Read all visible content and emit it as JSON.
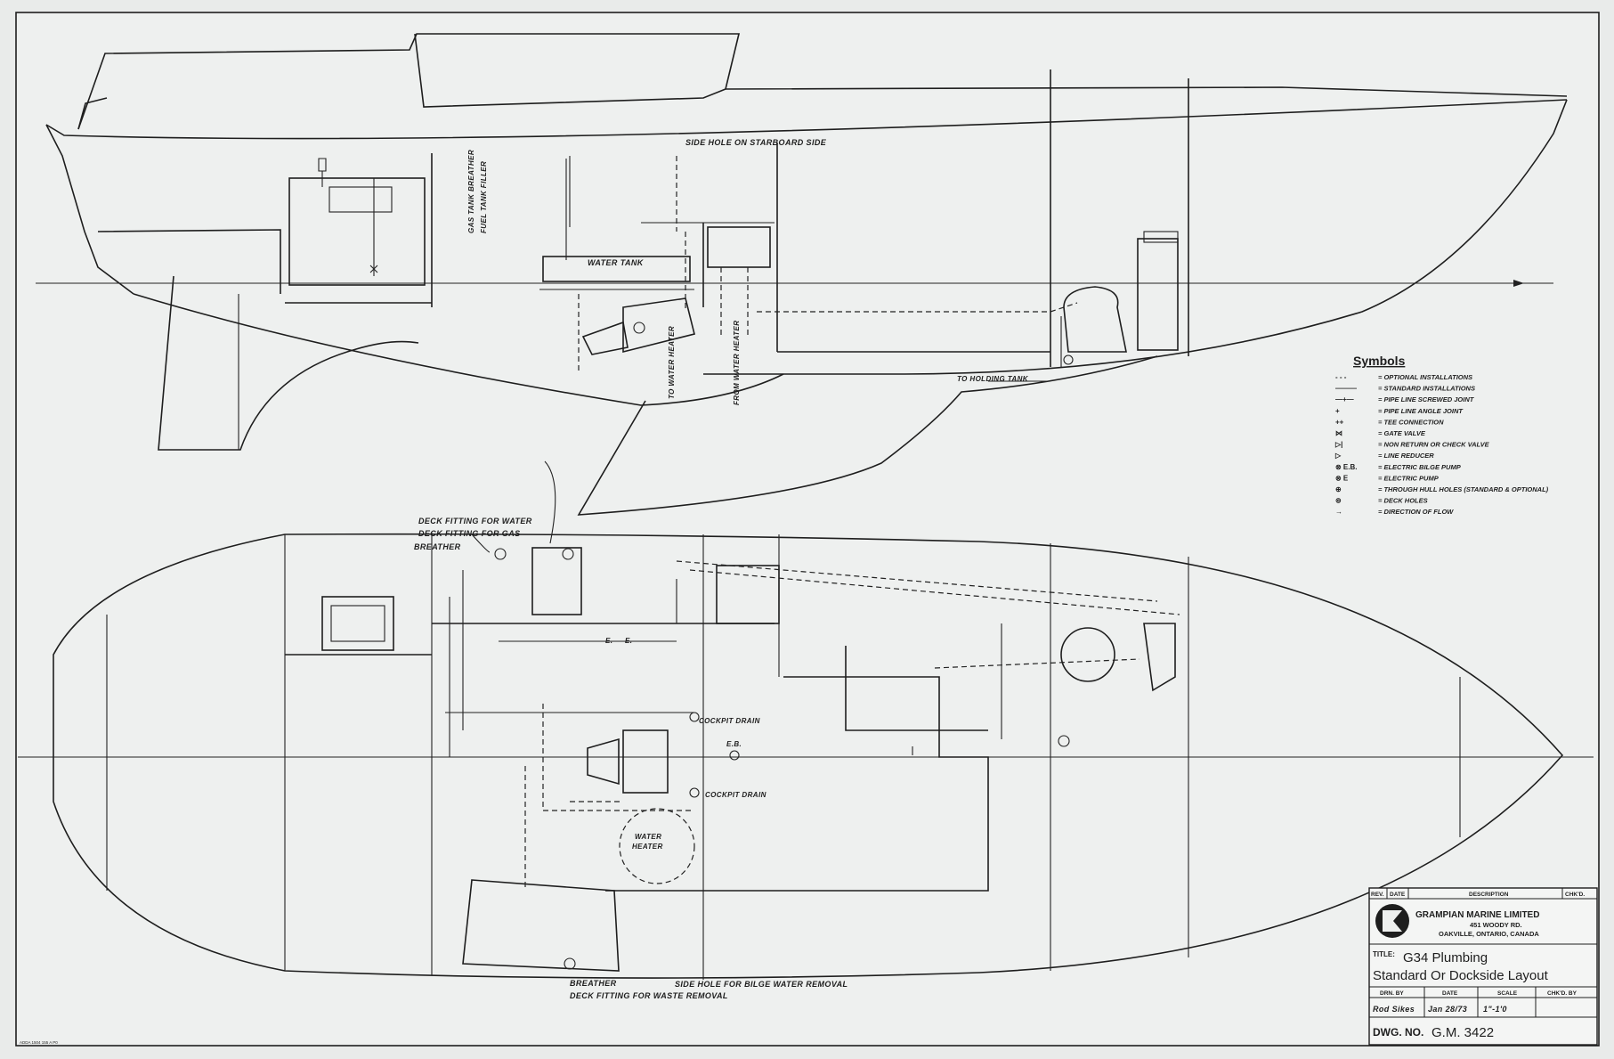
{
  "labels": {
    "side_hole": "SIDE HOLE ON STARBOARD SIDE",
    "gas_tank_breather": "GAS TANK BREATHER",
    "fuel_tank_filler": "FUEL TANK FILLER",
    "water_tank": "WATER TANK",
    "to_water_heater": "TO WATER HEATER",
    "from_water_heater": "FROM WATER HEATER",
    "to_holding_tank": "TO HOLDING TANK",
    "deck_fitting_water": "DECK FITTING FOR WATER",
    "deck_fitting_gas": "DECK FITTING FOR GAS",
    "breather_top": "BREATHER",
    "cockpit_drain_1": "COCKPIT DRAIN",
    "cockpit_drain_2": "COCKPIT DRAIN",
    "eb": "E.B.",
    "water_heater_1": "WATER",
    "water_heater_2": "HEATER",
    "e1": "E.",
    "e2": "E.",
    "breather_bottom": "BREATHER",
    "deck_fitting_waste": "DECK FITTING FOR WASTE REMOVAL",
    "side_hole_bilge": "SIDE HOLE FOR BILGE WATER REMOVAL"
  },
  "symbols": {
    "title": "Symbols",
    "items": [
      {
        "sym": "- - -",
        "text": "OPTIONAL INSTALLATIONS"
      },
      {
        "sym": "———",
        "text": "STANDARD INSTALLATIONS"
      },
      {
        "sym": "—+—",
        "text": "PIPE LINE SCREWED JOINT"
      },
      {
        "sym": "+",
        "text": "PIPE LINE ANGLE JOINT"
      },
      {
        "sym": "++",
        "text": "TEE CONNECTION"
      },
      {
        "sym": "⋈",
        "text": "GATE VALVE"
      },
      {
        "sym": "▷|",
        "text": "NON RETURN OR CHECK VALVE"
      },
      {
        "sym": "▷",
        "text": "LINE REDUCER"
      },
      {
        "sym": "⊗ E.B.",
        "text": "ELECTRIC BILGE PUMP"
      },
      {
        "sym": "⊗ E",
        "text": "ELECTRIC PUMP"
      },
      {
        "sym": "⊕",
        "text": "THROUGH HULL HOLES (STANDARD & OPTIONAL)"
      },
      {
        "sym": "⊚",
        "text": "DECK HOLES"
      },
      {
        "sym": "→",
        "text": "DIRECTION OF FLOW"
      }
    ]
  },
  "title_block": {
    "rev": "REV.",
    "date": "DATE",
    "description": "DESCRIPTION",
    "chkd": "CHK'D.",
    "company": "GRAMPIAN MARINE LIMITED",
    "address1": "451 WOODY RD.",
    "address2": "OAKVILLE, ONTARIO, CANADA",
    "title_label": "TITLE:",
    "title_line1": "G34 Plumbing",
    "title_line2": "Standard Or Dockside Layout",
    "drn_by_label": "DRN. BY",
    "date_label": "DATE",
    "scale_label": "SCALE",
    "chkd_by_label": "CHK'D. BY",
    "drn_by": "Rod Sikes",
    "drn_date": "Jan 28/73",
    "scale": "1\"-1'0",
    "chkd_by": "",
    "dwg_label": "DWG. NO.",
    "dwg_no": "G.M. 3422"
  },
  "corner_mark": "ADDA 1504 155 A P0"
}
